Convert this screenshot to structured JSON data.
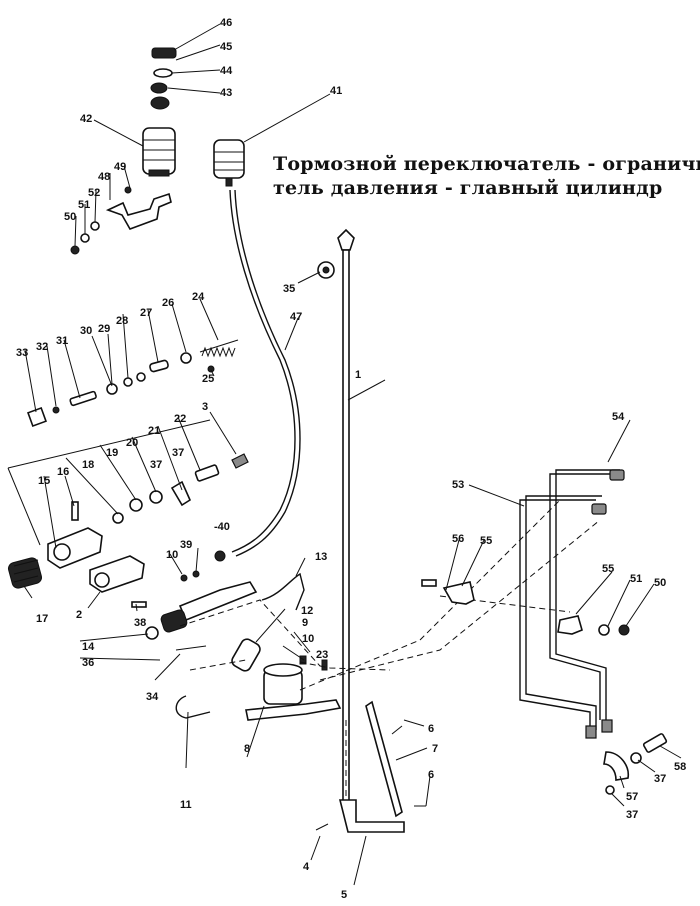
{
  "title": {
    "line1": "Тормозной переключатель - ограничи-",
    "line2": "тель давления - главный цилиндр"
  },
  "callouts": [
    "1",
    "2",
    "3",
    "4",
    "5",
    "6",
    "6",
    "7",
    "8",
    "9",
    "10",
    "10",
    "11",
    "12",
    "13",
    "14",
    "15",
    "16",
    "17",
    "18",
    "19",
    "20",
    "21",
    "22",
    "23",
    "24",
    "25",
    "26",
    "27",
    "28",
    "29",
    "30",
    "31",
    "32",
    "33",
    "34",
    "35",
    "36",
    "37",
    "37",
    "37",
    "37",
    "38",
    "39",
    "-40",
    "41",
    "42",
    "43",
    "44",
    "45",
    "46",
    "47",
    "48",
    "49",
    "50",
    "50",
    "51",
    "51",
    "52",
    "53",
    "54",
    "55",
    "55",
    "56",
    "57",
    "58"
  ]
}
